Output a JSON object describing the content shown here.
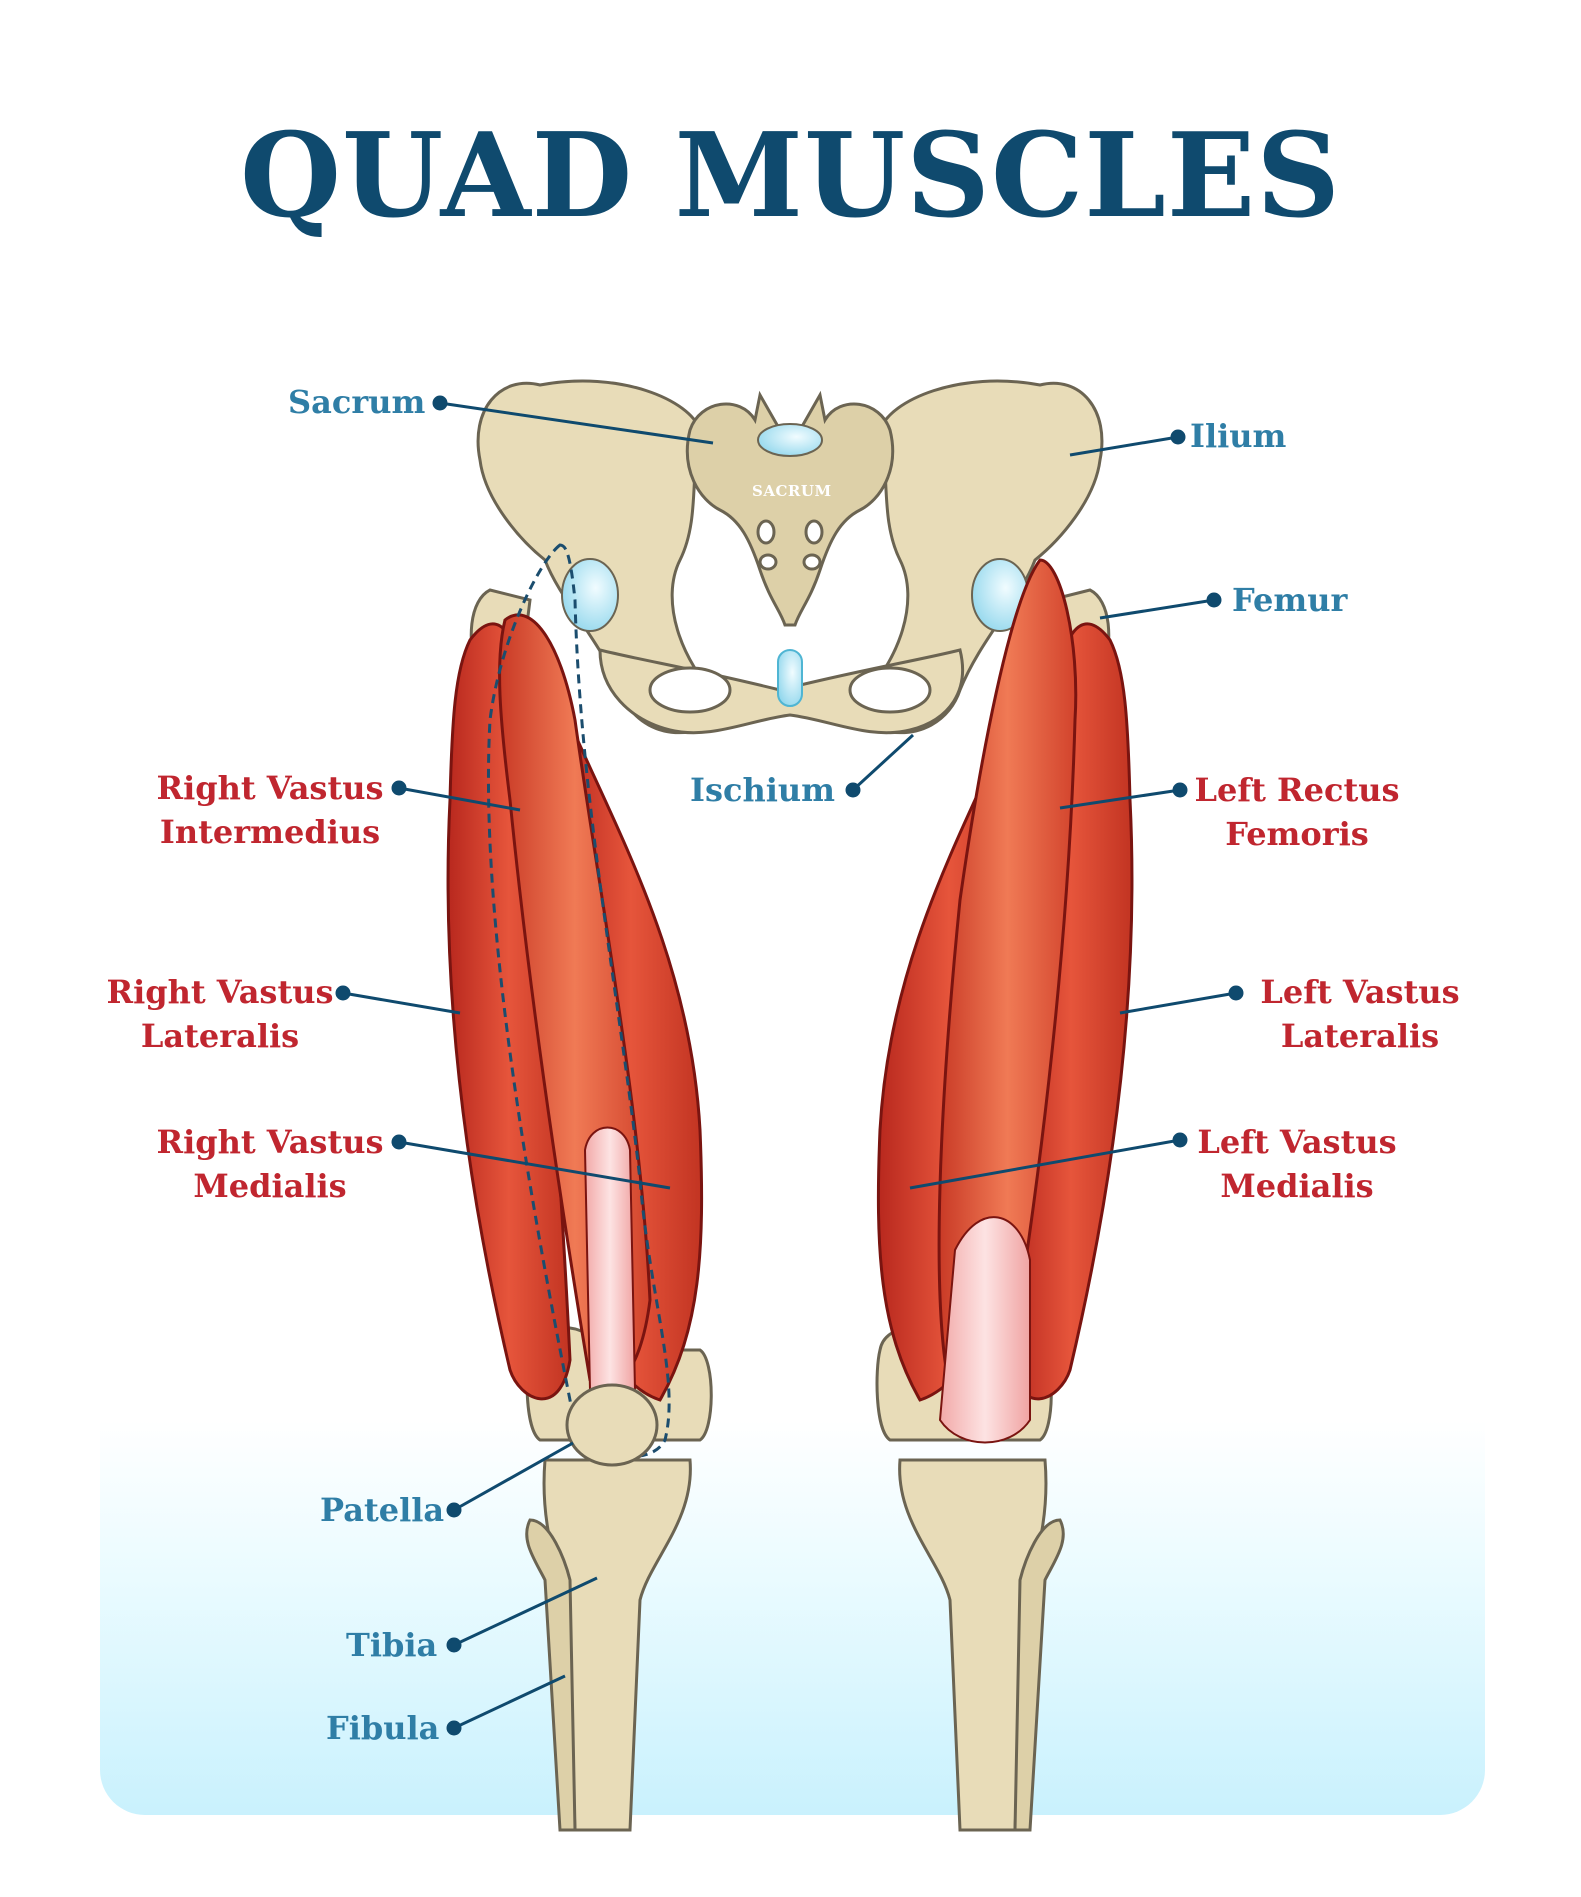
{
  "title": "QUAD MUSCLES",
  "colors": {
    "title": "#0f4a6e",
    "bone_label": "#2f7ea6",
    "muscle_label": "#c0262f",
    "leader_line": "#0f4a6e",
    "bone_fill": "#e8dcb8",
    "bone_outline": "#6b6452",
    "muscle_fill": "#d8452f",
    "tendon_fill": "#f6c4c4",
    "cartilage_fill": "#b8e8f5",
    "background_panel": "#c9f1fd"
  },
  "illustration": {
    "sacrum_inner_label": "SACRUM"
  },
  "labels": {
    "bones": {
      "sacrum": "Sacrum",
      "ilium": "Ilium",
      "femur": "Femur",
      "ischium": "Ischium",
      "patella": "Patella",
      "tibia": "Tibia",
      "fibula": "Fibula"
    },
    "muscles": {
      "right_vastus_intermedius": [
        "Right Vastus",
        "Intermedius"
      ],
      "right_vastus_lateralis": [
        "Right Vastus",
        "Lateralis"
      ],
      "right_vastus_medialis": [
        "Right Vastus",
        "Medialis"
      ],
      "left_rectus_femoris": [
        "Left Rectus",
        "Femoris"
      ],
      "left_vastus_lateralis": [
        "Left Vastus",
        "Lateralis"
      ],
      "left_vastus_medialis": [
        "Left Vastus",
        "Medialis"
      ]
    }
  }
}
